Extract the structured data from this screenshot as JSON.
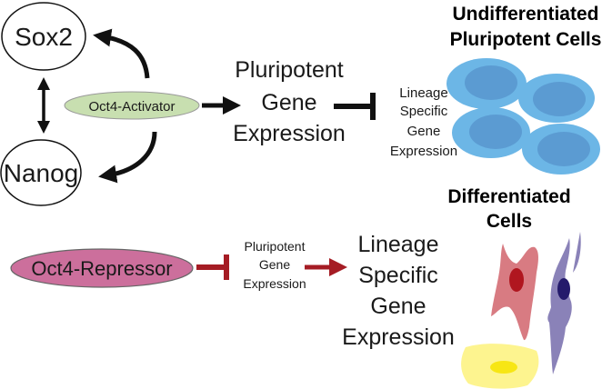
{
  "nodes": {
    "sox2": "Sox2",
    "nanog": "Nanog",
    "oct4_activator": "Oct4-Activator",
    "oct4_repressor": "Oct4-Repressor"
  },
  "top_path": {
    "pluripotent_expression": [
      "Pluripotent",
      "Gene",
      "Expression"
    ],
    "lineage_expression": [
      "Lineage",
      "Specific",
      "Gene",
      "Expression"
    ]
  },
  "bottom_path": {
    "pluripotent_expression": [
      "Pluripotent",
      "Gene",
      "Expression"
    ],
    "lineage_expression": [
      "Lineage",
      "Specific",
      "Gene",
      "Expression"
    ]
  },
  "cell_labels": {
    "undifferentiated": [
      "Undifferentiated",
      "Pluripotent Cells"
    ],
    "differentiated": [
      "Differentiated",
      "Cells"
    ]
  },
  "colors": {
    "activator_fill": "#c8dfb0",
    "repressor_fill": "#cc6f9c",
    "inhibit_red": "#a51c24",
    "arrow_black": "#111111",
    "stem_cell_outer": "#6cb6e6",
    "stem_cell_inner": "#5b9bd2",
    "red_cell": "#d87b82",
    "red_nucleus": "#b0161f",
    "purple_cell": "#8a82b8",
    "purple_nucleus": "#241a6b",
    "yellow_cell": "#fdf48f",
    "yellow_nucleus": "#f7e614"
  }
}
